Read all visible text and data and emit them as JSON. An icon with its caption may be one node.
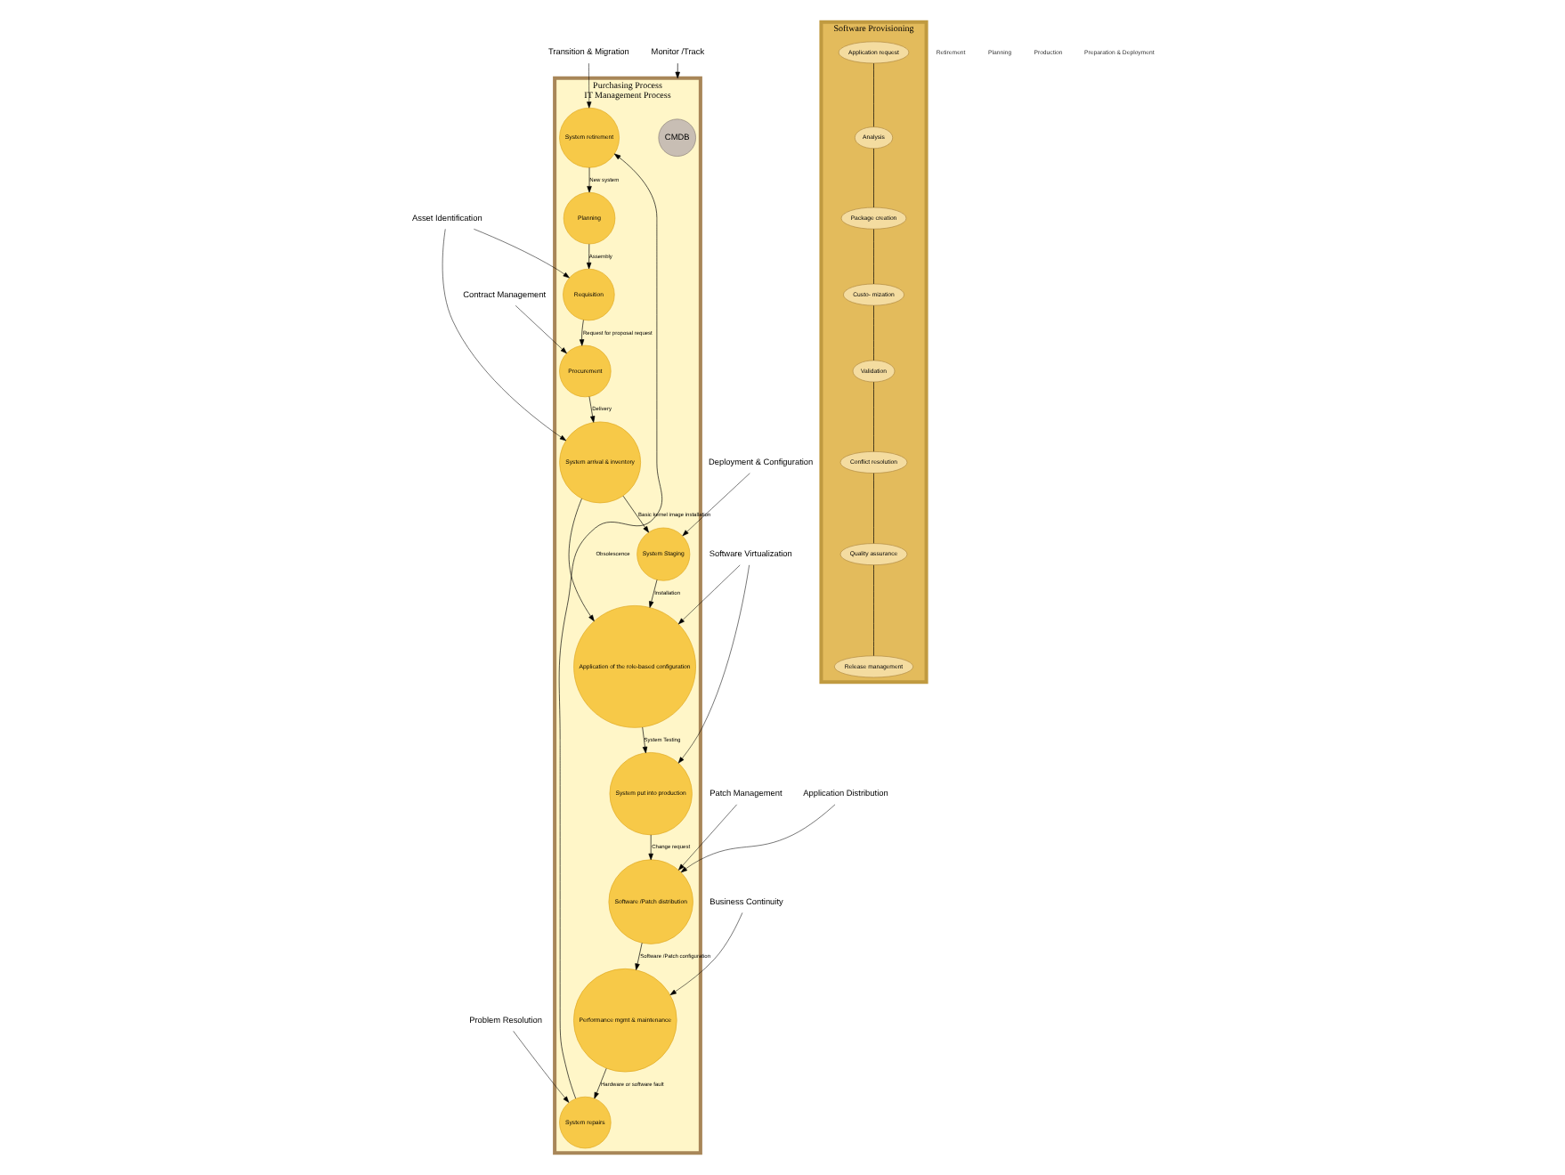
{
  "diagram": {
    "nodes": [
      {
        "text": [
          "Purchasing Process",
          "IT Management Process"
        ]
      },
      {
        "text": [
          "CMDB"
        ],
        "in": 0
      },
      {
        "text": [
          "System retirement"
        ],
        "in": 0
      },
      {
        "text": [
          "Planning"
        ],
        "in": 0
      },
      {
        "text": [
          "Requisition"
        ],
        "in": 0
      },
      {
        "text": [
          "Procurement"
        ],
        "in": 0
      },
      {
        "text": [
          "System arrival & inventory"
        ],
        "in": 0
      },
      {
        "text": [
          "System Staging"
        ],
        "in": 0
      },
      {
        "text": [
          "Application of the role-based configuration"
        ],
        "in": 0
      },
      {
        "text": [
          "System put into production"
        ],
        "in": 0
      },
      {
        "text": [
          "Software /Patch distribution"
        ],
        "in": 0
      },
      {
        "text": [
          "Performance mgmt & maintenance"
        ],
        "in": 0
      },
      {
        "text": [
          "System repairs"
        ],
        "in": 0
      },
      {
        "text": [
          "Software Provisioning"
        ]
      },
      {
        "text": [
          "Application request"
        ],
        "in": 13
      },
      {
        "text": [
          "Analysis"
        ],
        "in": 13
      },
      {
        "text": [
          "Package creation"
        ],
        "in": 13
      },
      {
        "text": [
          "Custo- mization"
        ],
        "in": 13
      },
      {
        "text": [
          "Validation"
        ],
        "in": 13
      },
      {
        "text": [
          "Conflict resolution"
        ],
        "in": 13
      },
      {
        "text": [
          "Quality assurance"
        ],
        "in": 13
      },
      {
        "text": [
          "Release management"
        ],
        "in": 13
      },
      {
        "text": [
          "Transition & Migration"
        ]
      },
      {
        "text": [
          "Problem Resolution"
        ]
      },
      {
        "text": [
          "Monitor /Track"
        ]
      },
      {
        "text": [
          "Business Continuity"
        ]
      },
      {
        "text": [
          "Patch Management"
        ]
      },
      {
        "text": [
          "Application Distribution"
        ]
      },
      {
        "text": [
          "Asset Identification"
        ]
      },
      {
        "text": [
          "Contract Management"
        ]
      },
      {
        "text": [
          "Deployment & Configuration"
        ]
      },
      {
        "text": [
          "Software Virtualization"
        ]
      }
    ],
    "edges": [
      {
        "from": 2,
        "to": 3,
        "arrow": "to",
        "label": "New system"
      },
      {
        "from": 3,
        "to": 4,
        "arrow": "to",
        "label": "Assembly"
      },
      {
        "from": 4,
        "to": 5,
        "arrow": "to",
        "label": "Request for proposal request"
      },
      {
        "from": 5,
        "to": 6,
        "arrow": "to",
        "label": "Delivery"
      },
      {
        "from": 6,
        "to": 7,
        "arrow": "to",
        "label": "Basic kernel image installation"
      },
      {
        "from": 7,
        "to": 8,
        "arrow": "to",
        "label": "Installation"
      },
      {
        "from": 8,
        "to": 9,
        "arrow": "to",
        "label": "System Testing"
      },
      {
        "from": 9,
        "to": 10,
        "arrow": "to",
        "label": "Change request"
      },
      {
        "from": 10,
        "to": 11,
        "arrow": "to",
        "label": "Software /Patch configuration"
      },
      {
        "from": 11,
        "to": 12,
        "arrow": "to",
        "label": "Hardware or software fault"
      },
      {
        "from": 12,
        "to": 2,
        "arrow": "to",
        "label": "Obsolescence"
      },
      {
        "from": 6,
        "to": 8,
        "arrow": "to"
      },
      {
        "from": 14,
        "to": 15,
        "arrow": "none"
      },
      {
        "from": 15,
        "to": 16,
        "arrow": "none"
      },
      {
        "from": 16,
        "to": 17,
        "arrow": "none"
      },
      {
        "from": 17,
        "to": 18,
        "arrow": "none"
      },
      {
        "from": 18,
        "to": 19,
        "arrow": "none"
      },
      {
        "from": 19,
        "to": 20,
        "arrow": "none"
      },
      {
        "from": 20,
        "to": 21,
        "arrow": "none"
      },
      {
        "from": 22,
        "to": 2,
        "arrow": "to"
      },
      {
        "from": 23,
        "to": 12,
        "arrow": "to"
      },
      {
        "from": 24,
        "to": 0,
        "arrow": "to"
      },
      {
        "from": 25,
        "to": 11,
        "arrow": "to"
      },
      {
        "from": 26,
        "to": 10,
        "arrow": "to"
      },
      {
        "from": 27,
        "to": 10,
        "arrow": "to"
      },
      {
        "from": 28,
        "to": 4,
        "arrow": "to"
      },
      {
        "from": 28,
        "to": 6,
        "arrow": "to"
      },
      {
        "from": 29,
        "to": 5,
        "arrow": "to"
      },
      {
        "from": 30,
        "to": 7,
        "arrow": "to"
      },
      {
        "from": 31,
        "to": 8,
        "arrow": "to"
      },
      {
        "from": 31,
        "to": 9,
        "arrow": "to"
      }
    ],
    "labels": [
      "Retirement",
      "Planning",
      "Production",
      "Preparation & Deployment"
    ]
  }
}
